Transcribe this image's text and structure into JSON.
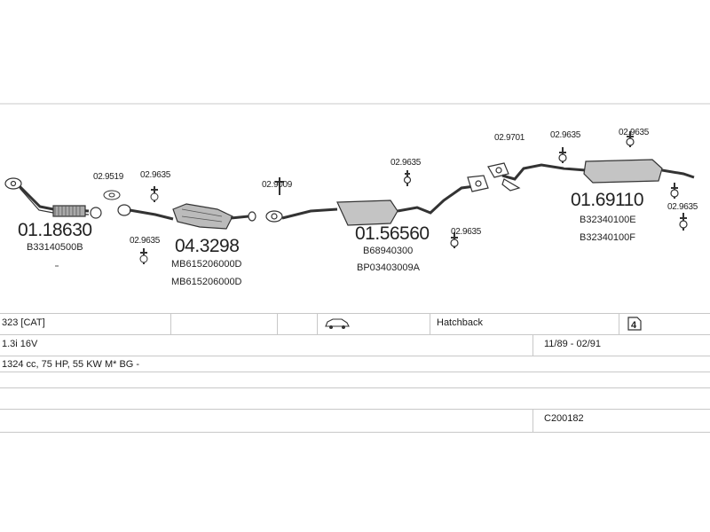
{
  "parts": [
    {
      "id": "01.18630",
      "oe": [
        "B33140500B"
      ]
    },
    {
      "id": "04.3298",
      "oe": [
        "MB615206000D",
        "MB615206000D"
      ]
    },
    {
      "id": "01.56560",
      "oe": [
        "B68940300",
        "BP03403009A"
      ]
    },
    {
      "id": "01.69110",
      "oe": [
        "B32340100E",
        "B32340100F"
      ]
    }
  ],
  "fittings": {
    "f1": "02.9519",
    "f2": "02.9635",
    "f3": "02.9635",
    "f4": "02.9009",
    "f5": "02.9635",
    "f6": "02.9635",
    "f7": "02.9701",
    "f8": "02.9635",
    "f9": "02.9635",
    "f10": "02.9635"
  },
  "table": {
    "model": "323  [CAT]",
    "body_type": "Hatchback",
    "engine": "1.3i 16V",
    "dates": "11/89 - 02/91",
    "spec": "1324 cc, 75 HP, 55 KW M* BG -",
    "code": "C200182"
  },
  "icons": {
    "vehicle": "hatchback-car-icon",
    "doors": "four-door-icon"
  }
}
